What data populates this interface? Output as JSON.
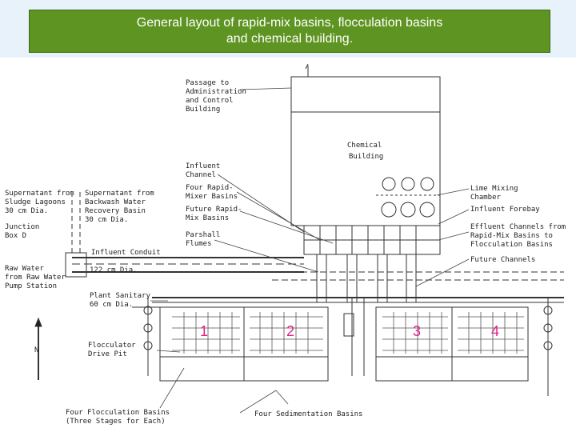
{
  "title": {
    "line1": "General layout of rapid-mix basins, flocculation basins",
    "line2": "and chemical building."
  },
  "labels": {
    "passage_1": "Passage to",
    "passage_2": "Administration",
    "passage_3": "and Control",
    "passage_4": "Building",
    "chem_1": "Chemical",
    "chem_2": "Building",
    "influent_channel_1": "Influent",
    "influent_channel_2": "Channel",
    "four_rapid_1": "Four Rapid-",
    "four_rapid_2": "Mixer Basins",
    "future_rapid_1": "Future Rapid-",
    "future_rapid_2": "Mix Basins",
    "parshall_1": "Parshall",
    "parshall_2": "Flumes",
    "super_sludge_1": "Supernatant from",
    "super_sludge_2": "Sludge Lagoons",
    "super_sludge_3": "30 cm Dia.",
    "super_backwash_1": "Supernatant from",
    "super_backwash_2": "Backwash Water",
    "super_backwash_3": "Recovery Basin",
    "super_backwash_4": "30 cm Dia.",
    "junction_1": "Junction",
    "junction_2": "Box D",
    "influent_conduit": "Influent Conduit",
    "conduit_dia": "122 cm Dia.",
    "raw_water_1": "Raw Water",
    "raw_water_2": "from Raw Water",
    "raw_water_3": "Pump Station",
    "plant_sanitary_1": "Plant Sanitary",
    "plant_sanitary_2": "60 cm Dia.",
    "flocculator_1": "Flocculator",
    "flocculator_2": "Drive Pit",
    "lime_1": "Lime Mixing",
    "lime_2": "Chamber",
    "influent_forebay": "Influent Forebay",
    "effluent_1": "Effluent Channels from",
    "effluent_2": "Rapid-Mix Basins to",
    "effluent_3": "Flocculation Basins",
    "future_channels": "Future Channels",
    "four_floc_1": "Four Flocculation Basins",
    "four_floc_2": "(Three Stages for Each)",
    "four_sed": "Four Sedimentation Basins",
    "north": "N"
  },
  "basin_numbers": [
    "1",
    "2",
    "3",
    "4"
  ],
  "colors": {
    "title_bg": "#5e9421",
    "number": "#e0218a"
  }
}
